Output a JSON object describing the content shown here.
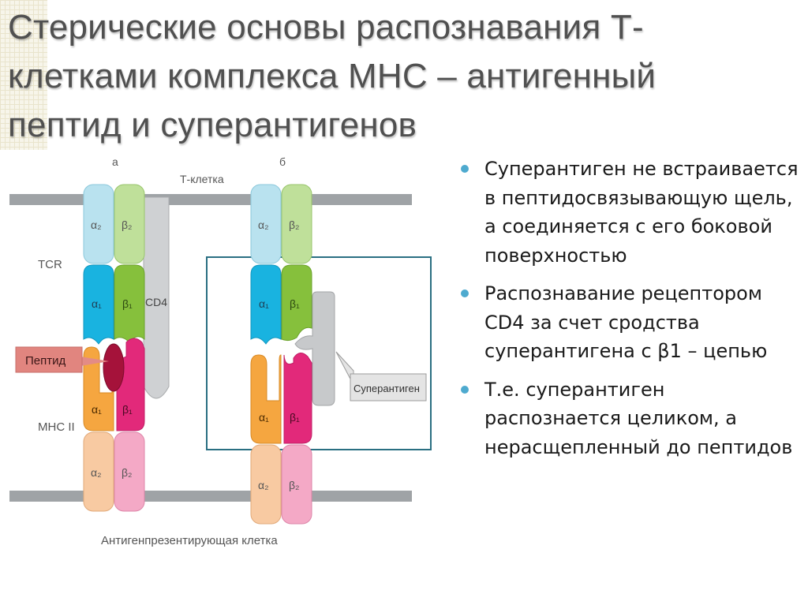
{
  "slide": {
    "title_lines": [
      "Стерические основы распознавания Т-",
      "клетками комплекса МНС – антигенный",
      "пептид и суперантигенов"
    ]
  },
  "figure": {
    "panel_a": "а",
    "panel_b": "б",
    "t_cell": "Т-клетка",
    "tcr": "TCR",
    "cd4": "CD4",
    "peptide": "Пептид",
    "mhc2": "MHC II",
    "superantigen": "Суперантиген",
    "apc": "Антигенпрезентирующая клетка",
    "alpha2": "α₂",
    "beta2": "β₂",
    "alpha1": "α₁",
    "beta1": "β₁",
    "colors": {
      "alpha2_tcr": "#b9e2ef",
      "beta2_tcr": "#bfe09a",
      "alpha1_tcr": "#19b3e0",
      "beta1_tcr": "#86c03c",
      "alpha1_mhc": "#f5a640",
      "beta1_mhc": "#e2297a",
      "alpha2_mhc": "#f8caa2",
      "beta2_mhc": "#f4a9c6",
      "peptide": "#a5123a",
      "membrane": "#9fa3a6",
      "frame": "#2a6f82"
    }
  },
  "bullets": [
    "Суперантиген не встраивается в пептидосвязывающую щель, а соединяется с его боковой поверхностью",
    "Распознавание рецептором CD4 за счет сродства суперантигена с β1 – цепью",
    "Т.е. суперантиген распознается целиком, а нерасщепленный до пептидов"
  ]
}
